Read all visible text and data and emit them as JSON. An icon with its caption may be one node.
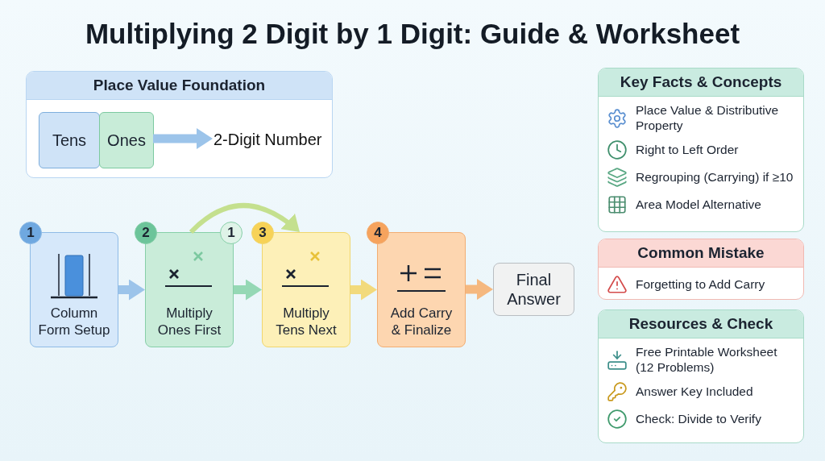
{
  "diagram": {
    "title": "Multiplying 2 Digit by 1 Digit: Guide & Worksheet",
    "nodes": [
      {
        "text": [
          "Place Value Foundation"
        ]
      },
      {
        "text": [
          "Tens"
        ],
        "in": 0
      },
      {
        "text": [
          "Ones"
        ],
        "in": 0
      },
      {
        "text": [
          "2-Digit Number"
        ],
        "in": 0
      },
      {
        "text": [
          "Column Form Setup"
        ],
        "beside": [
          "1"
        ]
      },
      {
        "text": [
          "Multiply Ones First"
        ],
        "beside": [
          "2",
          "1"
        ]
      },
      {
        "text": [
          "Multiply Tens Next"
        ],
        "beside": [
          "3"
        ]
      },
      {
        "text": [
          "Add Carry & Finalize"
        ],
        "beside": [
          "4"
        ]
      },
      {
        "text": [
          "Final Answer"
        ]
      },
      {
        "text": [
          "Key Facts & Concepts",
          "Place Value & Distributive Property",
          "Right to Left Order",
          "Regrouping (Carrying) if ≥10",
          "Area Model Alternative"
        ]
      },
      {
        "text": [
          "Common Mistake",
          "Forgetting to Add Carry"
        ]
      },
      {
        "text": [
          "Resources & Check",
          "Free Printable Worksheet (12 Problems)",
          "Answer Key Included",
          "Check: Divide to Verify"
        ]
      }
    ],
    "edges": [
      {
        "from": 2,
        "to": 3,
        "arrow": "to",
        "color": "#9cc4ea"
      },
      {
        "from": 4,
        "to": 5,
        "arrow": "to",
        "color": "#9cc4ea"
      },
      {
        "from": 5,
        "to": 6,
        "arrow": "to",
        "color": "#c4e08e"
      },
      {
        "from": 5,
        "to": 6,
        "arrow": "to",
        "color": "#95d8b5"
      },
      {
        "from": 6,
        "to": 7,
        "arrow": "to",
        "color": "#f2da7c"
      },
      {
        "from": 7,
        "to": 8,
        "arrow": "to",
        "color": "#f5b87f"
      }
    ]
  }
}
